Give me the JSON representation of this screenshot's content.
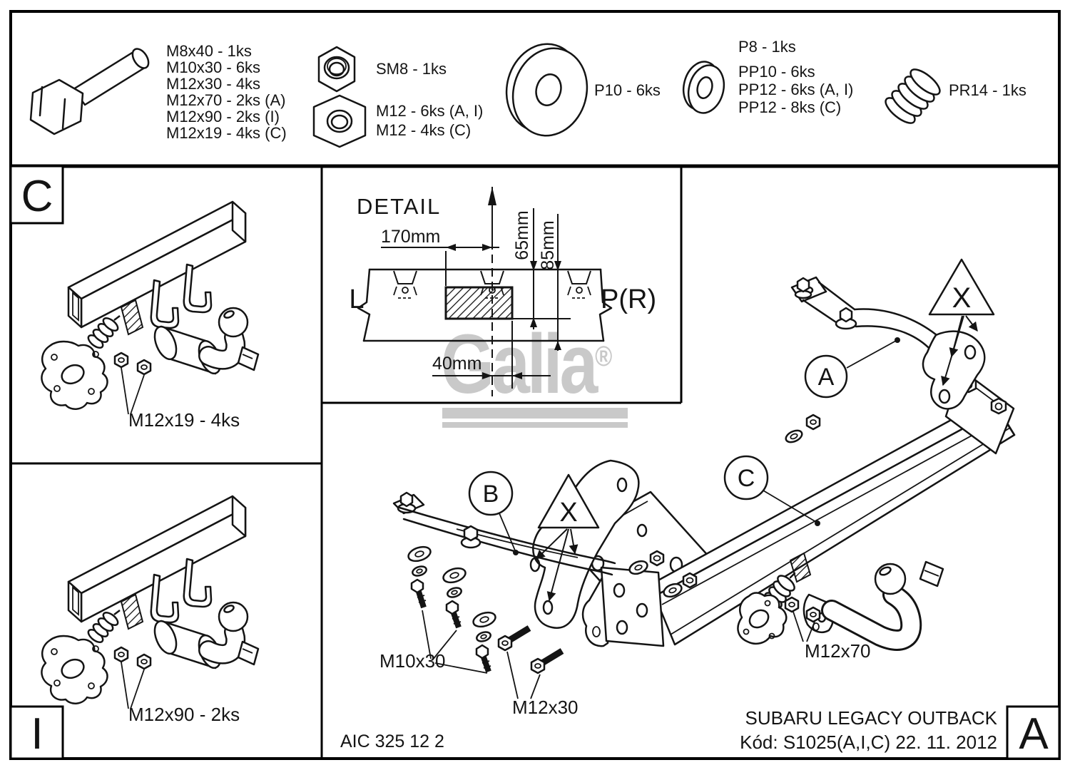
{
  "doc": {
    "footer_code": "AIC 325 12 2",
    "vehicle": "SUBARU LEGACY OUTBACK",
    "code_line": "Kód: S1025(A,I,C)  22. 11. 2012"
  },
  "sheet_letters": {
    "top_left_panel": "C",
    "bottom_left_panel": "I",
    "bottom_right": "A"
  },
  "parts_list": {
    "bolt_lines": [
      "M8x40 - 1ks",
      "M10x30 - 6ks",
      "M12x30 - 4ks",
      "M12x70 - 2ks (A)",
      "M12x90 - 2ks (I)",
      "M12x19 - 4ks (C)"
    ],
    "lock_nut": "SM8 - 1ks",
    "nut_lines": [
      "M12 - 6ks (A, I)",
      "M12 - 4ks (C)"
    ],
    "washer_large": "P10 - 6ks",
    "washer_flat": "P8 - 1ks",
    "washer_lines": [
      "PP10 - 6ks",
      "PP12 - 6ks (A, I)",
      "PP12 - 8ks (C)"
    ],
    "spring": "PR14 - 1ks"
  },
  "detail_view": {
    "title": "DETAIL",
    "dim_170": "170mm",
    "dim_65": "65mm",
    "dim_85": "85mm",
    "dim_40": "40mm",
    "left_label": "L",
    "right_label": "P(R)"
  },
  "callouts": {
    "a": "A",
    "b": "B",
    "c": "C",
    "warning": "X",
    "bolt_m10x30": "M10x30",
    "bolt_m12x30": "M12x30",
    "bolt_m12x70": "M12x70",
    "panel_c_bolt": "M12x19 - 4ks",
    "panel_i_bolt": "M12x90 - 2ks"
  },
  "watermark": {
    "text": "Galia",
    "reg": "®"
  }
}
